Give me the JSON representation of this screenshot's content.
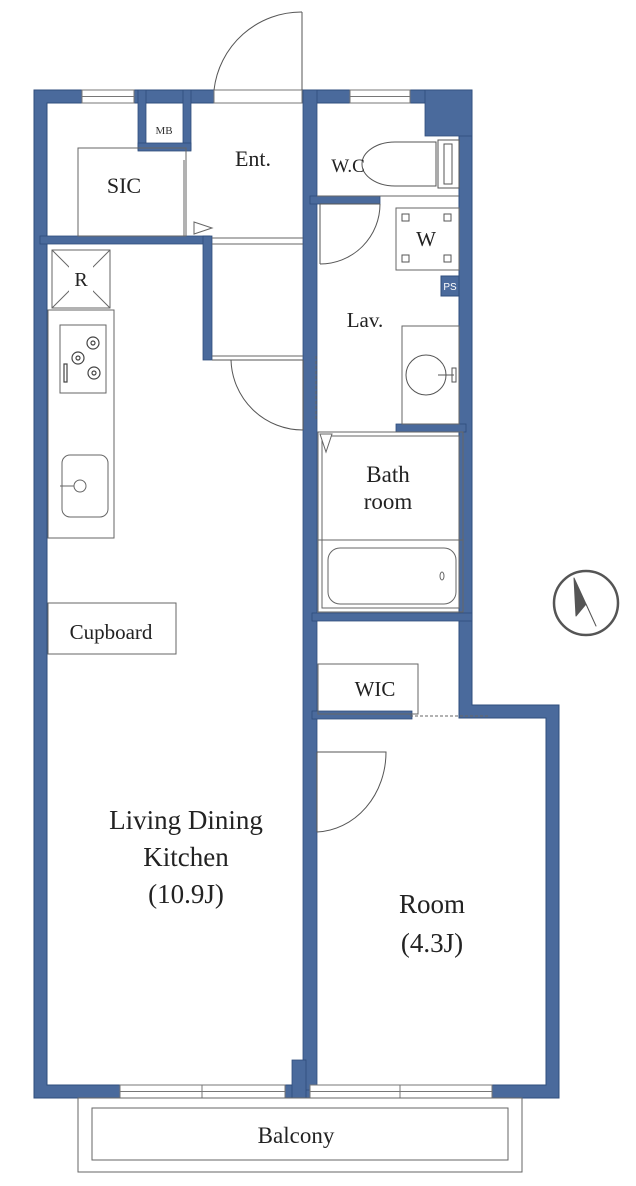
{
  "rooms": {
    "sic": "SIC",
    "mb": "MB",
    "entrance": "Ent.",
    "wc": "W.C",
    "washer": "W",
    "ps": "PS",
    "lavatory": "Lav.",
    "refrigerator": "R",
    "bath_line1": "Bath",
    "bath_line2": "room",
    "cupboard": "Cupboard",
    "wic": "WIC",
    "ldk_line1": "Living Dining",
    "ldk_line2": "Kitchen",
    "ldk_size": "(10.9J)",
    "room_line1": "Room",
    "room_size": "(4.3J)",
    "balcony": "Balcony"
  },
  "icons": {
    "compass": "north-arrow-icon"
  },
  "colors": {
    "wall": "#4a6a9c",
    "wall_edge": "#2f4d7c",
    "line": "#666666",
    "background": "#ffffff"
  }
}
